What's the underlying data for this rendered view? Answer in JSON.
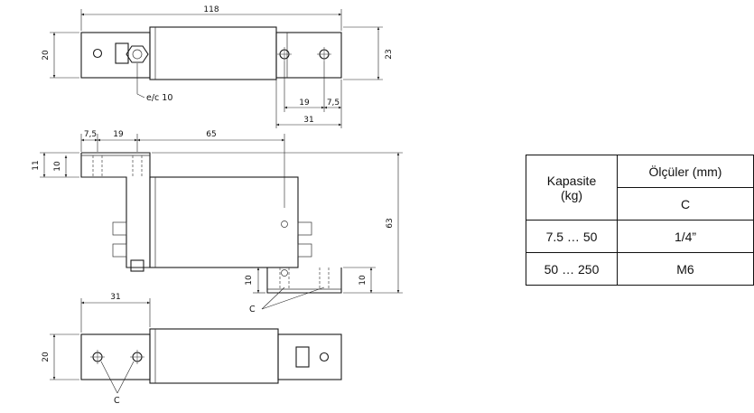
{
  "drawing": {
    "dims": {
      "top_length": "118",
      "top_height_left": "20",
      "top_height_right": "23",
      "top_hole_spacing": "19",
      "top_hole_edge": "7,5",
      "top_pad_length": "31",
      "side_edge": "7,5",
      "side_spacing": "19",
      "side_length": "65",
      "side_thickness_outer": "11",
      "side_thickness_inner": "10",
      "side_total_height": "63",
      "side_bottom_left": "10",
      "side_bottom_right": "10",
      "bottom_pad_length": "31",
      "bottom_height": "20"
    },
    "labels": {
      "wrench": "e/c 10",
      "thread_side": "C",
      "thread_bottom": "C"
    }
  },
  "table": {
    "header_capacity": "Kapasite",
    "header_capacity_unit": "(kg)",
    "header_dimensions": "Ölçüler (mm)",
    "header_c": "C",
    "rows": [
      {
        "capacity": "7.5 … 50",
        "c": "1/4”"
      },
      {
        "capacity": "50 … 250",
        "c": "M6"
      }
    ]
  }
}
